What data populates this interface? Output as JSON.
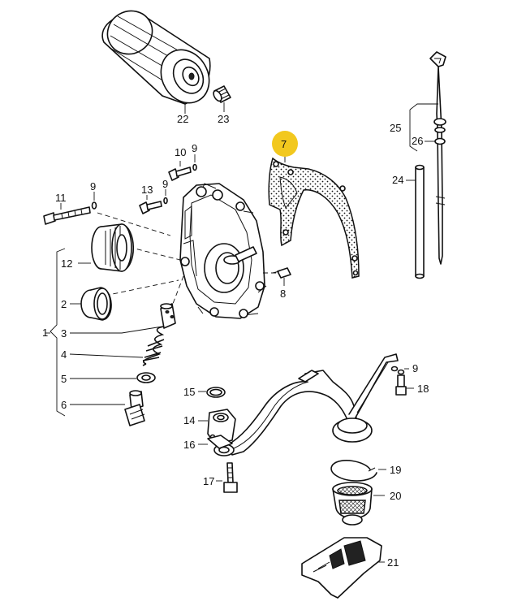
{
  "highlight_color": "#f2c81e",
  "callouts": {
    "p1": "1",
    "p2": "2",
    "p3": "3",
    "p4": "4",
    "p5": "5",
    "p6": "6",
    "p7": "7",
    "p8": "8",
    "p9a": "9",
    "p9b": "9",
    "p9c": "9",
    "p9d": "9",
    "p10": "10",
    "p11": "11",
    "p12": "12",
    "p13": "13",
    "p14": "14",
    "p15": "15",
    "p16": "16",
    "p17": "17",
    "p18": "18",
    "p19": "19",
    "p20": "20",
    "p21": "21",
    "p22": "22",
    "p23": "23",
    "p24": "24",
    "p25": "25",
    "p26": "26"
  }
}
